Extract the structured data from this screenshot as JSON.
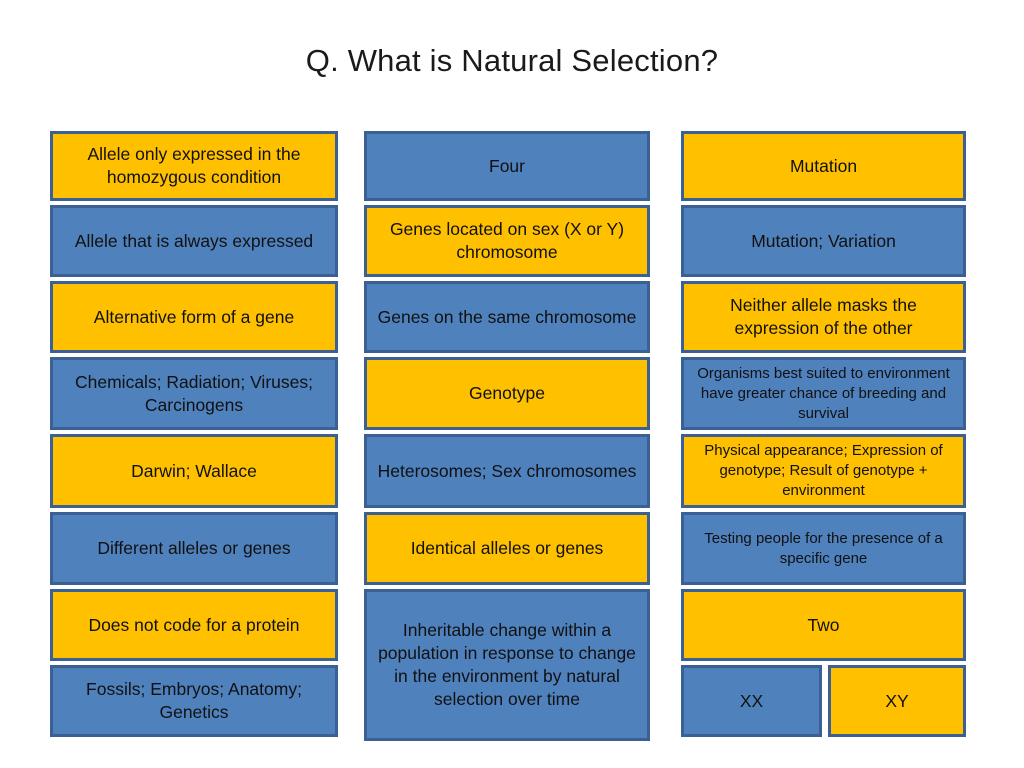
{
  "slide": {
    "title": "Q. What is Natural Selection?",
    "background_color": "#FFFFFF",
    "blue_color": "#4F81BD",
    "yellow_color": "#FFC000",
    "border_color": "#3A6094"
  },
  "columns": [
    {
      "name": "column-1",
      "boxes": [
        {
          "text": "Allele only expressed in the homozygous condition",
          "fill": "yellow",
          "height": 70
        },
        {
          "text": "Allele that is always expressed",
          "fill": "blue",
          "height": 72
        },
        {
          "text": "Alternative form of a gene",
          "fill": "yellow",
          "height": 72
        },
        {
          "text": "Chemicals; Radiation; Viruses; Carcinogens",
          "fill": "blue",
          "height": 73
        },
        {
          "text": "Darwin; Wallace",
          "fill": "yellow",
          "height": 74
        },
        {
          "text": "Different alleles or genes",
          "fill": "blue",
          "height": 73
        },
        {
          "text": "Does not code for a protein",
          "fill": "yellow",
          "height": 72
        },
        {
          "text": "Fossils; Embryos; Anatomy; Genetics",
          "fill": "blue",
          "height": 72
        }
      ]
    },
    {
      "name": "column-2",
      "boxes": [
        {
          "text": "Four",
          "fill": "blue",
          "height": 70
        },
        {
          "text": "Genes located on sex (X or Y) chromosome",
          "fill": "yellow",
          "height": 72
        },
        {
          "text": "Genes on the same chromosome",
          "fill": "blue",
          "height": 72
        },
        {
          "text": "Genotype",
          "fill": "yellow",
          "height": 73
        },
        {
          "text": "Heterosomes; Sex chromosomes",
          "fill": "blue",
          "height": 74
        },
        {
          "text": "Identical alleles or genes",
          "fill": "yellow",
          "height": 73
        },
        {
          "text": "Inheritable change within a population in response to change in the environment by natural selection over time",
          "fill": "blue",
          "height": 152
        }
      ]
    },
    {
      "name": "column-3",
      "boxes": [
        {
          "text": "Mutation",
          "fill": "yellow",
          "height": 70
        },
        {
          "text": "Mutation; Variation",
          "fill": "blue",
          "height": 72
        },
        {
          "text": "Neither allele masks the expression of the other",
          "fill": "yellow",
          "height": 72
        },
        {
          "text": "Organisms best suited to environment have greater chance of breeding and survival",
          "fill": "blue",
          "height": 73,
          "size": "sm"
        },
        {
          "text": "Physical appearance; Expression of genotype; Result of genotype + environment",
          "fill": "yellow",
          "height": 74,
          "size": "sm"
        },
        {
          "text": "Testing people for the presence of a specific gene",
          "fill": "blue",
          "height": 73,
          "size": "sm"
        },
        {
          "text": "Two",
          "fill": "yellow",
          "height": 72
        }
      ],
      "split_row": {
        "height": 72,
        "left": {
          "text": "XX",
          "fill": "blue"
        },
        "right": {
          "text": "XY",
          "fill": "yellow"
        }
      }
    }
  ]
}
